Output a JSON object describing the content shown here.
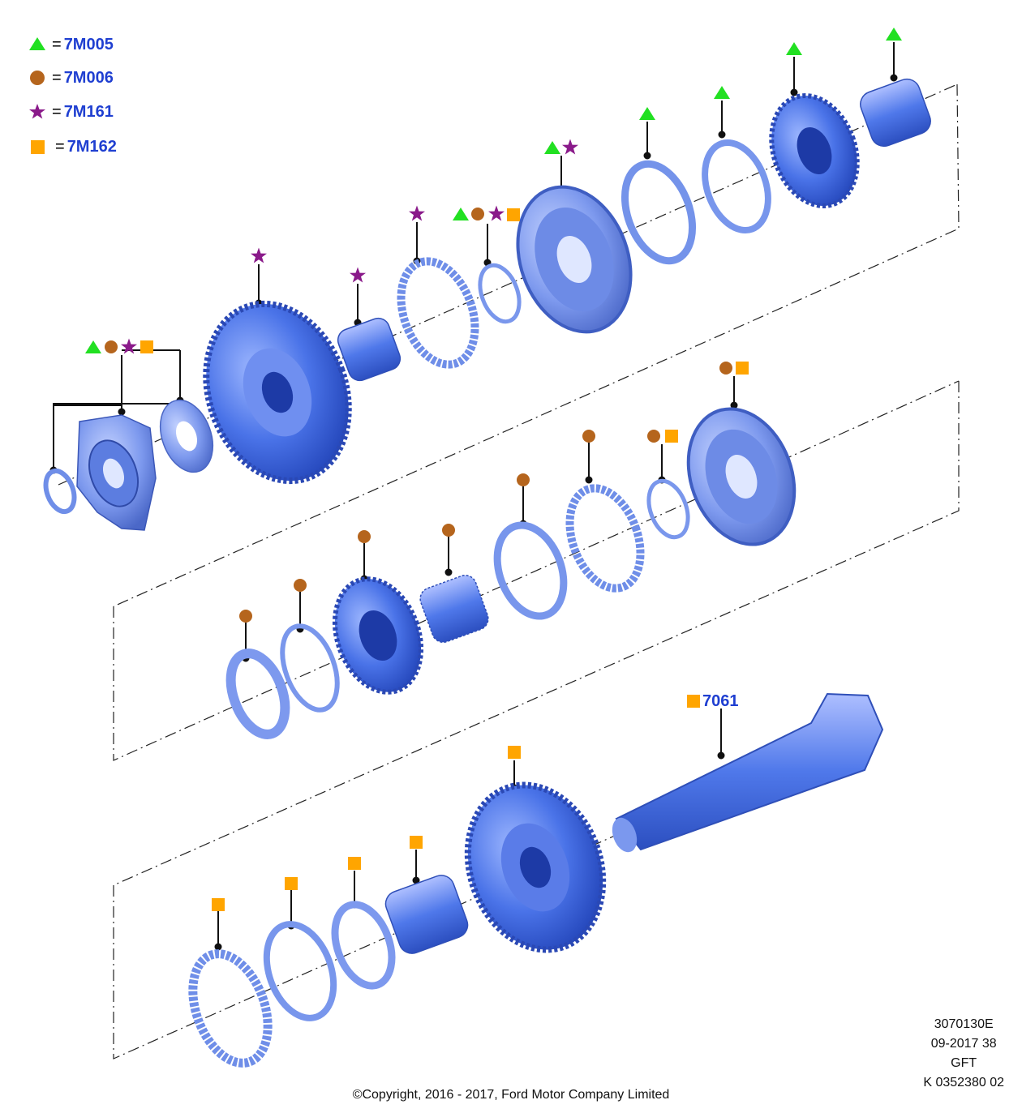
{
  "legend": [
    {
      "symbol": "green-triangle",
      "code": "7M005"
    },
    {
      "symbol": "brown-circle",
      "code": "7M006"
    },
    {
      "symbol": "purple-star",
      "code": "7M161"
    },
    {
      "symbol": "orange-square",
      "code": "7M162"
    }
  ],
  "equals_sign": "=",
  "part_label": "7061",
  "meta": [
    "3070130E",
    "09-2017 38",
    "GFT",
    "K 0352380 02"
  ],
  "copyright": "©Copyright, 2016 - 2017, Ford Motor Company Limited",
  "colors": {
    "green": "#22e022",
    "brown": "#b5651d",
    "purple": "#8a1a8a",
    "orange": "#ffa500",
    "part_blue": "#4a73e8",
    "label_blue": "#1f3fd1"
  }
}
